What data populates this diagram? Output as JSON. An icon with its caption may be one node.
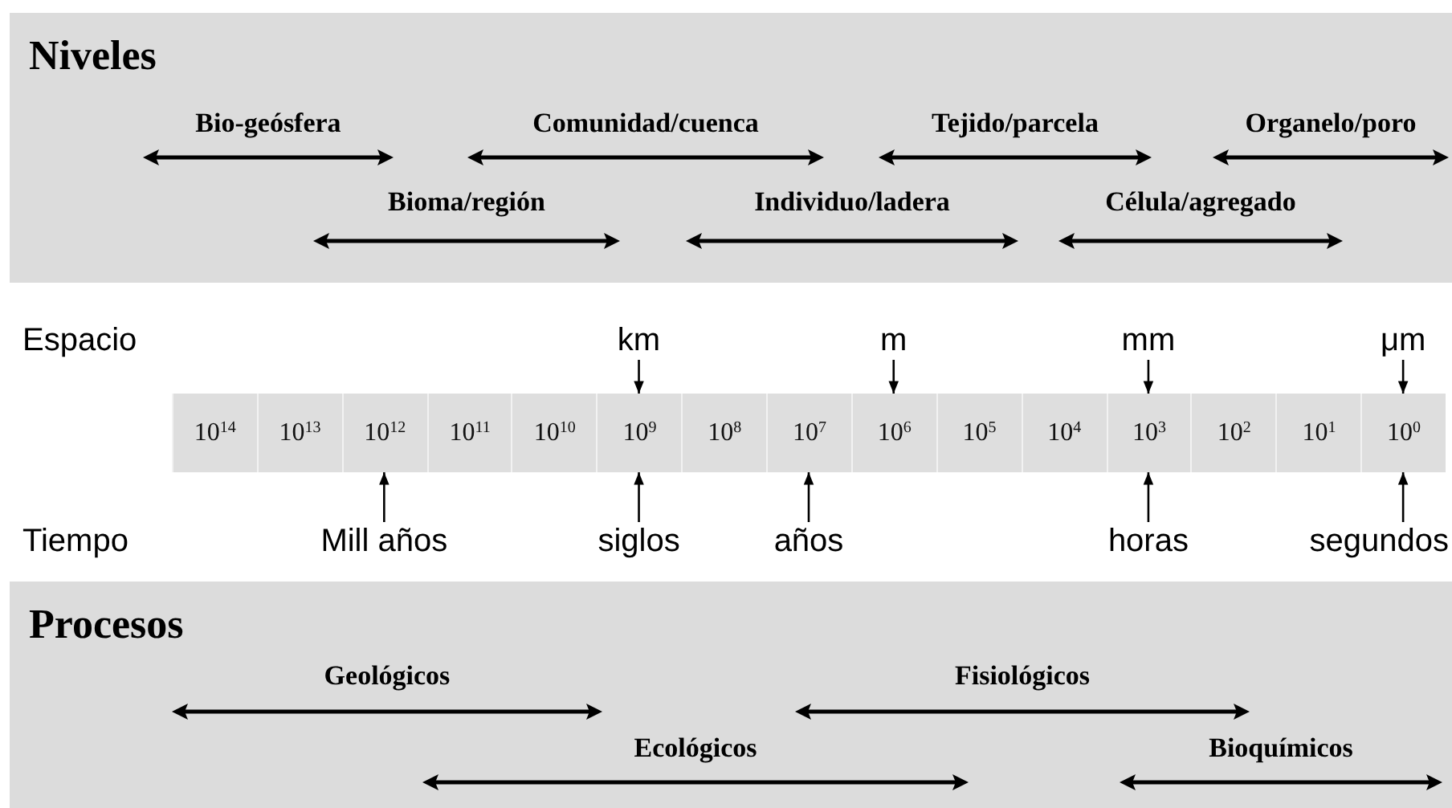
{
  "diagram": {
    "nodes": [
      {
        "text": [
          "Niveles",
          "Bio-geósfera",
          "Comunidad/cuenca",
          "Tejido/parcela",
          "Organelo/poro",
          "Bioma/región",
          "Individuo/ladera",
          "Célula/agregado"
        ]
      },
      {
        "text": [
          "km"
        ]
      },
      {
        "text": [
          "m"
        ]
      },
      {
        "text": [
          "mm"
        ]
      },
      {
        "text": [
          "μm"
        ]
      },
      {
        "text": [],
        "shape": "bar"
      },
      {
        "text": [
          "10$^{14}$"
        ],
        "in": 5
      },
      {
        "text": [
          "10$^{13}$"
        ],
        "in": 5
      },
      {
        "text": [
          "10$^{12}$"
        ],
        "in": 5
      },
      {
        "text": [
          "10$^{11}$"
        ],
        "in": 5
      },
      {
        "text": [
          "10$^{10}$"
        ],
        "in": 5
      },
      {
        "text": [
          "10$^{9}$"
        ],
        "in": 5
      },
      {
        "text": [
          "10$^{8}$"
        ],
        "in": 5
      },
      {
        "text": [
          "10$^{7}$"
        ],
        "in": 5
      },
      {
        "text": [
          "10$^{6}$"
        ],
        "in": 5
      },
      {
        "text": [
          "10$^{5}$"
        ],
        "in": 5
      },
      {
        "text": [
          "10$^{4}$"
        ],
        "in": 5
      },
      {
        "text": [
          "10$^{3}$"
        ],
        "in": 5
      },
      {
        "text": [
          "10$^{2}$"
        ],
        "in": 5
      },
      {
        "text": [
          "10$^{1}$"
        ],
        "in": 5
      },
      {
        "text": [
          "10$^{0}$"
        ],
        "in": 5
      },
      {
        "text": [
          "Mill años"
        ]
      },
      {
        "text": [
          "siglos"
        ]
      },
      {
        "text": [
          "años"
        ]
      },
      {
        "text": [
          "horas"
        ]
      },
      {
        "text": [
          "segundos"
        ]
      },
      {
        "text": [
          "Procesos",
          "Geológicos",
          "Fisiológicos",
          "Ecológicos",
          "Bioquímicos"
        ]
      }
    ],
    "edges": [
      {
        "from": 1,
        "to": 11,
        "arrow": "to"
      },
      {
        "from": 2,
        "to": 14,
        "arrow": "to"
      },
      {
        "from": 3,
        "to": 17,
        "arrow": "to"
      },
      {
        "from": 4,
        "to": 20,
        "arrow": "to"
      },
      {
        "from": 21,
        "to": 8,
        "arrow": "to"
      },
      {
        "from": 22,
        "to": 11,
        "arrow": "to"
      },
      {
        "from": 23,
        "to": 13,
        "arrow": "to"
      },
      {
        "from": 24,
        "to": 17,
        "arrow": "to"
      },
      {
        "from": 25,
        "to": 20,
        "arrow": "to"
      }
    ],
    "labels": [
      "Espacio",
      "Tiempo"
    ]
  }
}
